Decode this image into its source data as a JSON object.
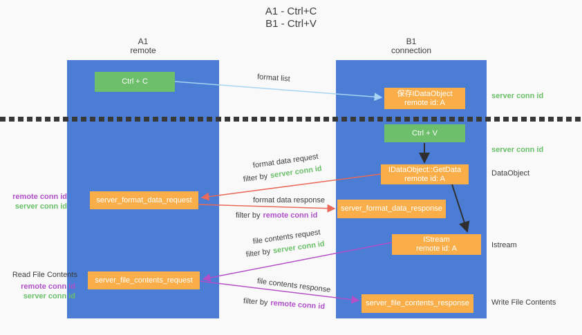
{
  "title": {
    "line1": "A1 - Ctrl+C",
    "line2": "B1 - Ctrl+V"
  },
  "lifelines": {
    "left": {
      "name": "A1",
      "role": "remote"
    },
    "right": {
      "name": "B1",
      "role": "connection"
    }
  },
  "nodes": {
    "ctrl_c": "Ctrl + C",
    "ctrl_v": "Ctrl + V",
    "save_dataobject": {
      "line1": "保存IDataObject",
      "line2": "remote id: A"
    },
    "getdata": {
      "line1": "IDataObject::GetData",
      "line2": "remote id: A"
    },
    "istream": {
      "line1": "IStream",
      "line2": "remote id: A"
    },
    "server_format_data_request": "server_format_data_request",
    "server_format_data_response": "server_format_data_response",
    "server_file_contents_request": "server_file_contents_request",
    "server_file_contents_response": "server_file_contents_response"
  },
  "arrow_labels": {
    "format_list": "format list",
    "format_data_request": "format data request",
    "format_data_response": "format data response",
    "file_contents_request": "file contents request",
    "file_contents_response": "file contents response",
    "filter_by": "filter by",
    "server_conn_id": "server conn id",
    "remote_conn_id": "remote conn id"
  },
  "side_labels": {
    "right_server_conn_id_1": "server conn id",
    "right_server_conn_id_2": "server conn id",
    "dataobject": "DataObject",
    "istream": "Istream",
    "write_file_contents": "Write File Contents",
    "left_remote_conn_id_1": "remote conn id",
    "left_server_conn_id_1": "server conn id",
    "read_file_contents": "Read File Contents",
    "left_remote_conn_id_2": "remote conn id",
    "left_server_conn_id_2": "server conn id"
  },
  "colors": {
    "column_blue": "#4a7dd3",
    "box_green": "#6ebf6c",
    "box_orange": "#f9ae49",
    "arrow_lightblue": "#a6d4f2",
    "arrow_black": "#2f2f2f",
    "arrow_red": "#ea6a5a",
    "arrow_purple": "#b44fc8",
    "text_green": "#6abf69",
    "text_purple": "#b050c8",
    "text_dark": "#3c3c3c",
    "background": "#f9f9f9"
  }
}
